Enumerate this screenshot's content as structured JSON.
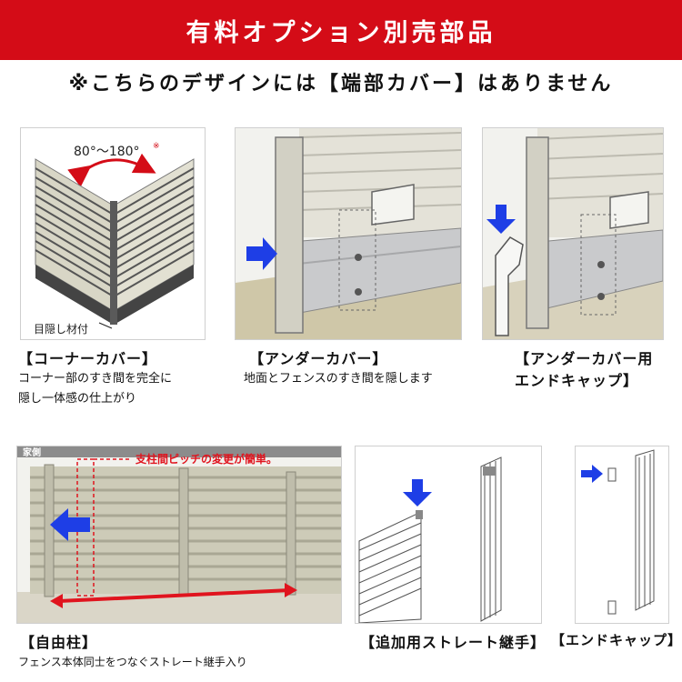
{
  "header": {
    "title": "有料オプション別売部品",
    "notice": "※こちらのデザインには【端部カバー】はありません"
  },
  "colors": {
    "banner": "#d40c17",
    "arrow_blue": "#1e3ee6",
    "arrow_red": "#e0141e"
  },
  "items": [
    {
      "id": "corner-cover",
      "title": "【コーナーカバー】",
      "desc": [
        "コーナー部のすき間を完全に",
        "隠し一体感の仕上がり"
      ],
      "angle_label": "80°〜180°",
      "angle_mark": "※",
      "part_label": "目隠し材付"
    },
    {
      "id": "under-cover",
      "title": "【アンダーカバー】",
      "desc": [
        "地面とフェンスのすき間を隠します"
      ]
    },
    {
      "id": "under-cover-endcap",
      "title": [
        "【アンダーカバー用",
        "エンドキャップ】"
      ]
    },
    {
      "id": "free-post",
      "title": "【自由柱】",
      "desc": [
        "フェンス本体同士をつなぐストレート継手入り"
      ],
      "side_label": "家側",
      "callout": "支柱間ピッチの変更が簡単。"
    },
    {
      "id": "straight-joint",
      "title": "【追加用ストレート継手】"
    },
    {
      "id": "end-cap",
      "title": "【エンドキャップ】"
    }
  ]
}
